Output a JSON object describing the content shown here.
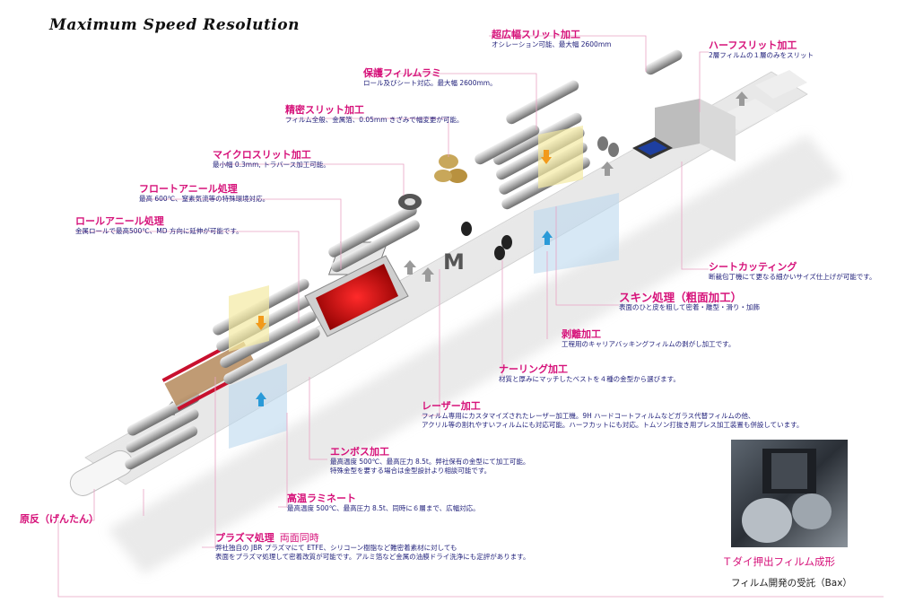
{
  "title": "Maximum Speed Resolution",
  "labels": {
    "chokohaba": {
      "title": "超広幅スリット加工",
      "desc": [
        "オシレーション可能、最大幅 2600mm"
      ]
    },
    "half": {
      "title": "ハーフスリット加工",
      "desc": [
        "2層フィルムの１層のみをスリット"
      ]
    },
    "hogo": {
      "title": "保護フィルムラミ",
      "desc": [
        "ロール及びシート対応。最大幅 2600mm。"
      ]
    },
    "seimitsu": {
      "title": "精密スリット加工",
      "desc": [
        "フィルム全般、金属箔、0.05mm きざみで幅変更が可能。"
      ]
    },
    "micro": {
      "title": "マイクロスリット加工",
      "desc": [
        "最小幅 0.3mm, トラバース加工可能。"
      ]
    },
    "float": {
      "title": "フロートアニール処理",
      "desc": [
        "最高 600℃、窒素気流等の特殊環境対応。"
      ]
    },
    "roll": {
      "title": "ロールアニール処理",
      "desc": [
        "金属ロールで最高500℃、MD 方向に延伸が可能です。"
      ]
    },
    "sheet": {
      "title": "シートカッティング",
      "desc": [
        "断裁包丁機にて更なる細かいサイズ仕上げが可能です。"
      ]
    },
    "skin": {
      "title": "スキン処理（粗面加工）",
      "desc": [
        "表面のひと皮を粗して密着・離型・滑り・加飾"
      ]
    },
    "hakuri": {
      "title": "剥離加工",
      "desc": [
        "工程用のキャリアバッキングフィルムの剥がし加工です。"
      ]
    },
    "knurl": {
      "title": "ナーリング加工",
      "desc": [
        "材質と厚みにマッチしたベストを４種の金型から選びます。"
      ]
    },
    "laser": {
      "title": "レーザー加工",
      "desc": [
        "フィルム専用にカスタマイズされたレーザー加工機。9H ハードコートフィルムなどガラス代替フィルムの他、",
        "アクリル等の割れやすいフィルムにも対応可能。ハーフカットにも対応。トムソン打抜き用プレス加工装置も併設しています。"
      ]
    },
    "emboss": {
      "title": "エンボス加工",
      "desc": [
        "最高温度 500℃、最高圧力 8.5t。弊社保有の金型にて加工可能。",
        "特殊金型を要する場合は金型設計より相談可能です。"
      ]
    },
    "koon": {
      "title": "高温ラミネート",
      "desc": [
        "最高温度 500℃、最高圧力 8.5t、同時に６層まで、広幅対応。"
      ]
    },
    "plasma": {
      "title": "プラズマ処理",
      "extra": "両面同時",
      "desc": [
        "弊社独自の JBR プラズマにて ETFE、シリコーン樹脂など難密着素材に対しても",
        "表面をプラズマ処理して密着改質が可能です。アルミ箔など金属の油膜ドライ洗浄にも定評があります。"
      ]
    },
    "genpan": {
      "title": "原反（げんたん）"
    }
  },
  "machine_letter": "M",
  "photo_caption": "Ｔダイ押出フィルム成形",
  "footer_caption": "フィルム開発の受託（Bax）",
  "colors": {
    "label": "#d6127a",
    "desc": "#1f1f7a",
    "leader": "#e9a3c4",
    "arrow": "#2a9ad8",
    "heater": "#c8102e"
  }
}
